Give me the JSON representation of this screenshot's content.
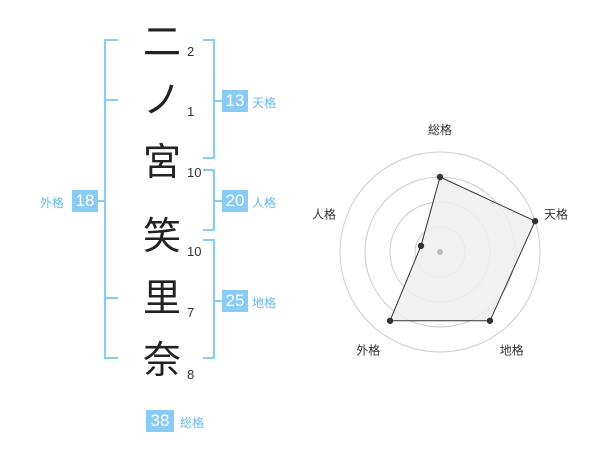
{
  "name_chars": [
    {
      "char": "二",
      "strokes": "2"
    },
    {
      "char": "ノ",
      "strokes": "1"
    },
    {
      "char": "宮",
      "strokes": "10"
    },
    {
      "char": "笑",
      "strokes": "10"
    },
    {
      "char": "里",
      "strokes": "7"
    },
    {
      "char": "奈",
      "strokes": "8"
    }
  ],
  "fortunes": {
    "tenkaku": {
      "value": "13",
      "label": "天格"
    },
    "jinkaku": {
      "value": "20",
      "label": "人格"
    },
    "chikaku": {
      "value": "25",
      "label": "地格"
    },
    "gaikaku": {
      "value": "18",
      "label": "外格"
    },
    "soukaku": {
      "value": "38",
      "label": "総格"
    }
  },
  "chart_data": {
    "type": "radar",
    "axes": [
      "総格",
      "天格",
      "地格",
      "外格",
      "人格"
    ],
    "values": [
      0.75,
      1.0,
      0.85,
      0.85,
      0.2
    ],
    "range": [
      0,
      1
    ],
    "rings": 4,
    "colors": {
      "fill": "#efefef",
      "stroke": "#333333",
      "grid": "#cccccc",
      "point": "#333333"
    }
  }
}
